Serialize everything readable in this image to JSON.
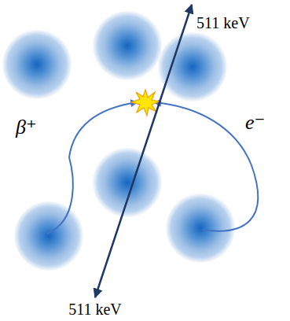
{
  "diagram": {
    "labels": [
      "511 keV",
      "β⁺",
      "e⁻",
      "511 keV"
    ]
  }
}
